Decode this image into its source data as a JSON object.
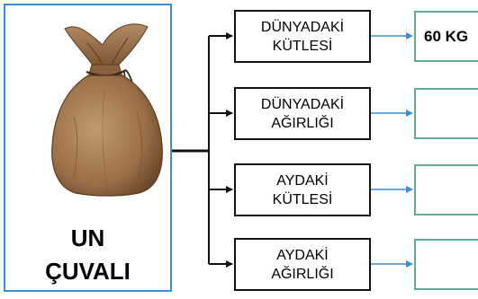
{
  "sack": {
    "label_line1": "UN",
    "label_line2": "ÇUVALI"
  },
  "properties": [
    {
      "line1": "DÜNYADAKİ",
      "line2": "KÜTLESİ",
      "value": "60 KG"
    },
    {
      "line1": "DÜNYADAKİ",
      "line2": "AĞIRLIĞI",
      "value": ""
    },
    {
      "line1": "AYDAKİ",
      "line2": "KÜTLESİ",
      "value": ""
    },
    {
      "line1": "AYDAKİ",
      "line2": "AĞIRLIĞI",
      "value": ""
    }
  ],
  "colors": {
    "source_border": "#3a8fd6",
    "value_border": "#5fae8c",
    "arrow_blue": "#3a8fd6",
    "connector": "#111111"
  }
}
